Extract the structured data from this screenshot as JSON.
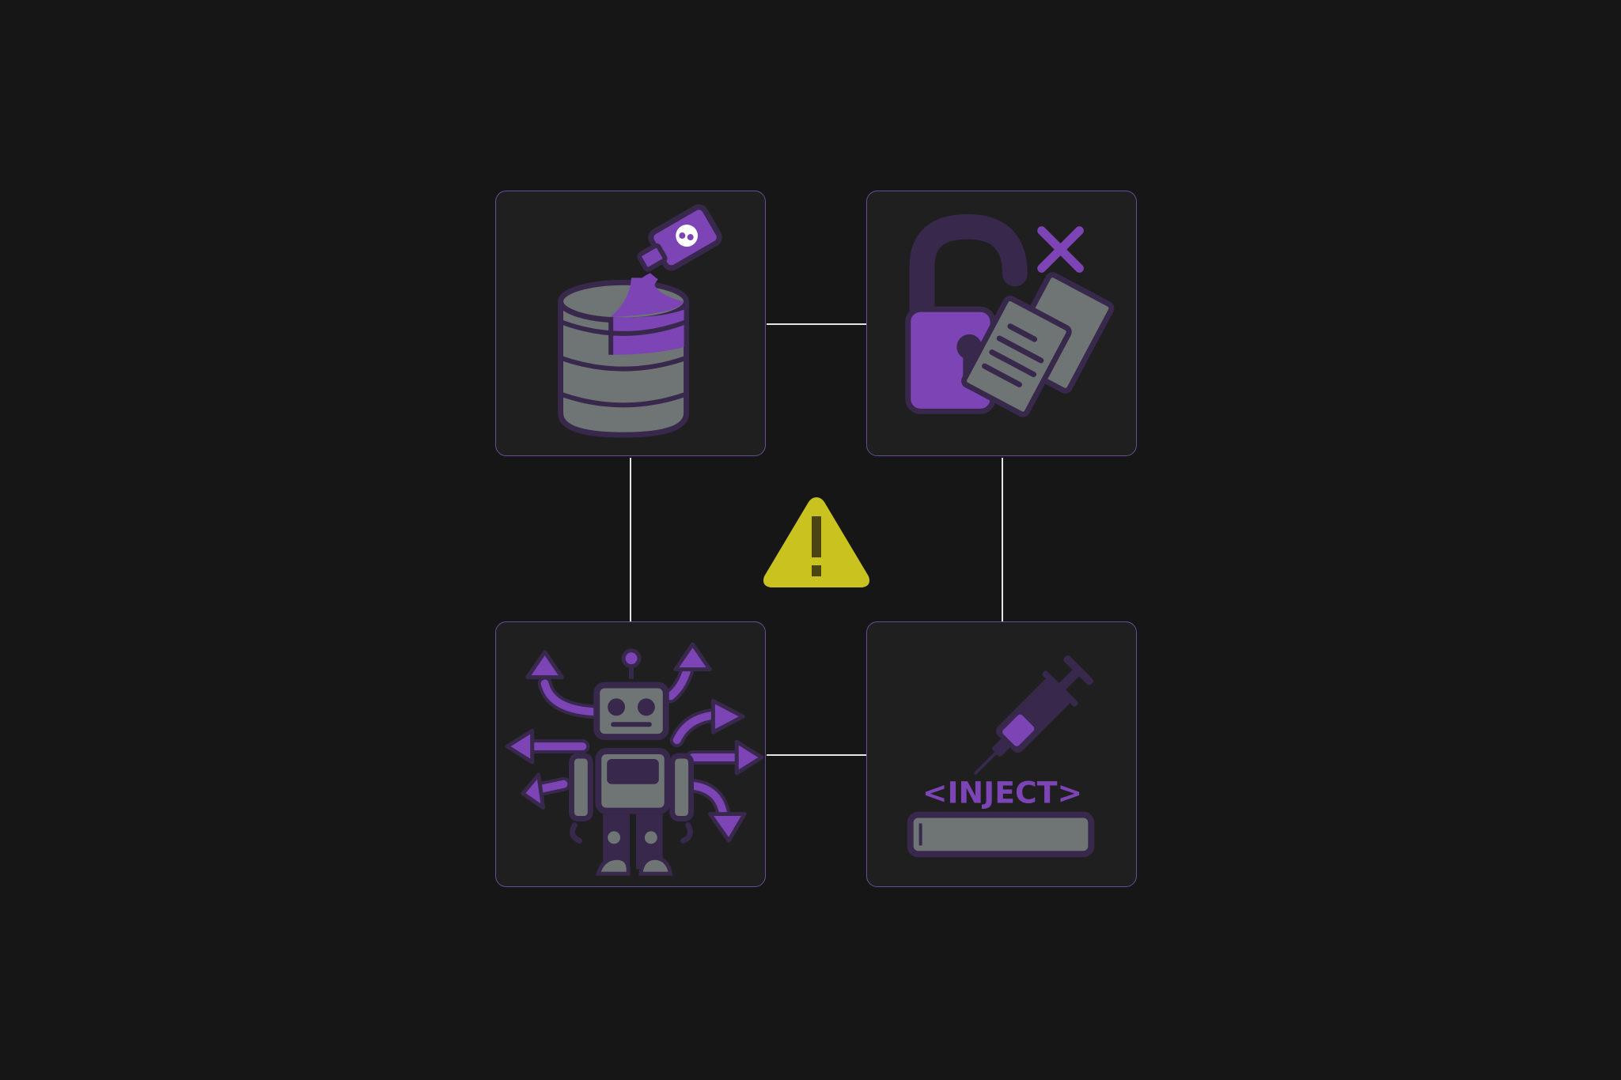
{
  "diagram": {
    "title": "",
    "center": {
      "icon": "warning-triangle-icon",
      "color": "#c9c21f",
      "glyph_color": "#4a4512"
    },
    "colors": {
      "background": "#161616",
      "card_bg": "#1f1f1f",
      "card_border": "#6a4c9c",
      "accent_purple": "#7c44b4",
      "dark_purple": "#37284c",
      "gray": "#6f7474",
      "connector": "#e6e6e6"
    },
    "nodes": [
      {
        "id": "data-poisoning",
        "icon": "poison-bottle-database-icon",
        "position": "top-left"
      },
      {
        "id": "data-leakage",
        "icon": "unlocked-padlock-documents-icon",
        "position": "top-right"
      },
      {
        "id": "excessive-agency",
        "icon": "robot-arrows-icon",
        "position": "bottom-left"
      },
      {
        "id": "prompt-injection",
        "icon": "syringe-inject-icon",
        "position": "bottom-right",
        "label": "<INJECT>"
      }
    ],
    "edges": [
      [
        "data-poisoning",
        "data-leakage"
      ],
      [
        "data-poisoning",
        "excessive-agency"
      ],
      [
        "data-leakage",
        "prompt-injection"
      ],
      [
        "excessive-agency",
        "prompt-injection"
      ]
    ]
  }
}
